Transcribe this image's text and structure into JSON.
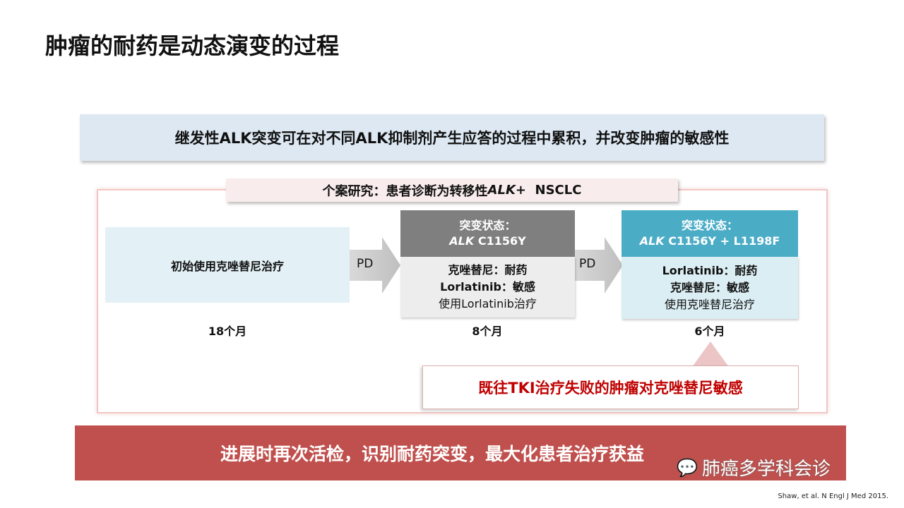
{
  "title": "肿瘤的耐药是动态演变的过程",
  "banner": "继发性ALK突变可在对不同ALK抑制剂产生应答的过程中累积，并改变肿瘤的敏感性",
  "case": {
    "prefix": "个案研究：患者诊断为转移性",
    "gene": "ALK+",
    "suffix": "NSCLC"
  },
  "stage1": {
    "text": "初始使用克唑替尼治疗",
    "duration": "18个月"
  },
  "arrow_label": "PD",
  "stage2": {
    "header": "突变状态：",
    "gene": "ALK",
    "mutation": "C1156Y",
    "line1": "克唑替尼：耐药",
    "line2": "Lorlatinib：敏感",
    "line3": "使用Lorlatinib治疗",
    "duration": "8个月"
  },
  "stage3": {
    "header": "突变状态：",
    "gene": "ALK",
    "mutation": "C1156Y + L1198F",
    "line1": "Lorlatinib：耐药",
    "line2": "克唑替尼：敏感",
    "line3": "使用克唑替尼治疗",
    "duration": "6个月"
  },
  "note": "既往TKI治疗失败的肿瘤对克唑替尼敏感",
  "bottom": "进展时再次活检，识别耐药突变，最大化患者治疗获益",
  "watermark": "肺癌多学科会诊",
  "citation": "Shaw, et al. N Engl J Med 2015.",
  "colors": {
    "gray_header": "#7f7f7f",
    "teal_header": "#4bacc6",
    "red": "#c0504d"
  }
}
